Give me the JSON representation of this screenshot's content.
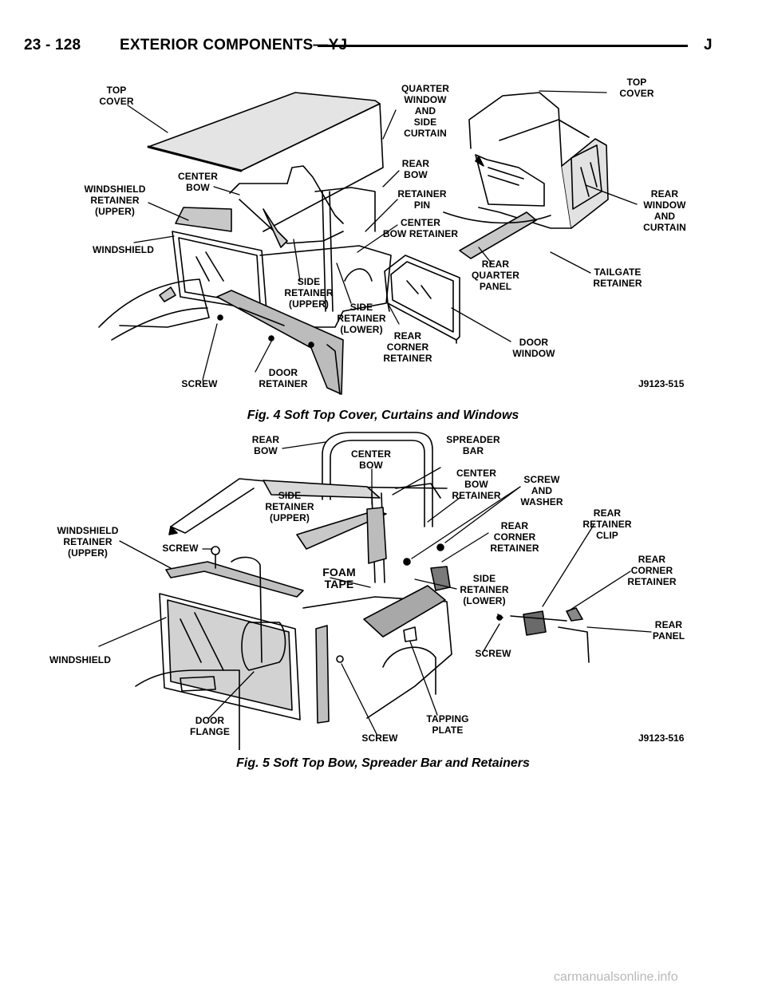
{
  "header": {
    "page_number": "23 - 128",
    "section_title": "EXTERIOR COMPONENTS—YJ",
    "model_letter": "J"
  },
  "figure4": {
    "caption": "Fig. 4 Soft Top Cover, Curtains and Windows",
    "code": "J9123-515",
    "labels": {
      "top_cover_left": "TOP\nCOVER",
      "quarter_window": "QUARTER\nWINDOW\nAND\nSIDE\nCURTAIN",
      "top_cover_right": "TOP\nCOVER",
      "rear_bow": "REAR\nBOW",
      "center_bow": "CENTER\nBOW",
      "windshield_retainer": "WINDSHIELD\nRETAINER\n(UPPER)",
      "retainer_pin": "RETAINER\nPIN",
      "center_bow_retainer": "CENTER\nBOW RETAINER",
      "windshield": "WINDSHIELD",
      "rear_window": "REAR\nWINDOW\nAND\nCURTAIN",
      "side_retainer_upper": "SIDE\nRETAINER\n(UPPER)",
      "side_retainer_lower": "SIDE\nRETAINER\n(LOWER)",
      "rear_quarter_panel": "REAR\nQUARTER\nPANEL",
      "tailgate_retainer": "TAILGATE\nRETAINER",
      "rear_corner_retainer": "REAR\nCORNER\nRETAINER",
      "door_window": "DOOR\nWINDOW",
      "screw": "SCREW",
      "door_retainer": "DOOR\nRETAINER"
    }
  },
  "figure5": {
    "caption": "Fig. 5 Soft Top Bow, Spreader Bar and Retainers",
    "code": "J9123-516",
    "labels": {
      "rear_bow": "REAR\nBOW",
      "center_bow": "CENTER\nBOW",
      "spreader_bar": "SPREADER\nBAR",
      "center_bow_retainer": "CENTER\nBOW\nRETAINER",
      "screw_and_washer": "SCREW\nAND\nWASHER",
      "side_retainer_upper": "SIDE\nRETAINER\n(UPPER)",
      "windshield_retainer": "WINDSHIELD\nRETAINER\n(UPPER)",
      "screw_top": "SCREW",
      "rear_corner_retainer_mid": "REAR\nCORNER\nRETAINER",
      "rear_retainer_clip": "REAR\nRETAINER\nCLIP",
      "foam_tape": "FOAM\nTAPE",
      "rear_corner_retainer_right": "REAR\nCORNER\nRETAINER",
      "side_retainer_lower": "SIDE\nRETAINER\n(LOWER)",
      "rear_panel": "REAR\nPANEL",
      "windshield": "WINDSHIELD",
      "screw_mid": "SCREW",
      "door_flange": "DOOR\nFLANGE",
      "screw_bottom": "SCREW",
      "tapping_plate": "TAPPING\nPLATE"
    }
  },
  "watermark": "carmanualsonline.info"
}
